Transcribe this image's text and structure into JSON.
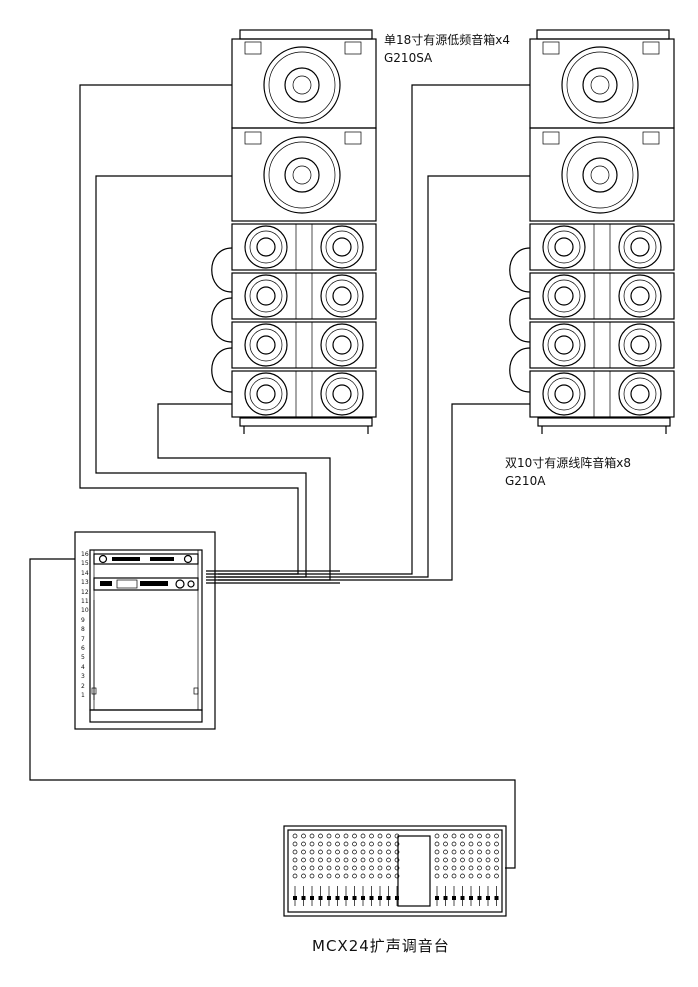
{
  "labels": {
    "sub_name": "单18寸有源低频音箱x4",
    "sub_model": "G210SA",
    "line_name": "双10寸有源线阵音箱x8",
    "line_model": "G210A",
    "mixer_name": "MCX24扩声调音台"
  },
  "rack": {
    "unit_numbers": [
      "16",
      "15",
      "14",
      "13",
      "12",
      "11",
      "10",
      "9",
      "8",
      "7",
      "6",
      "5",
      "4",
      "3",
      "2",
      "1"
    ]
  },
  "colors": {
    "line": "#000000",
    "background": "#ffffff"
  }
}
